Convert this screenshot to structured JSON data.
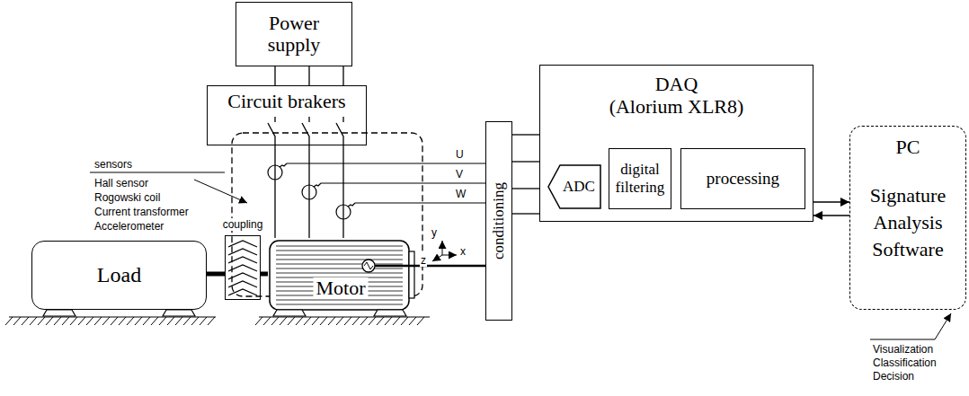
{
  "diagram": {
    "nodes": [
      {
        "text": [
          "Power supply"
        ]
      },
      {
        "text": [
          "Circuit brakers"
        ]
      },
      {
        "text": [
          "Load"
        ]
      },
      {
        "text": [
          "coupling"
        ]
      },
      {
        "text": [
          "Motor"
        ]
      },
      {
        "text": [
          "conditioning"
        ]
      },
      {
        "text": [
          "DAQ",
          "(Alorium XLR8)"
        ]
      },
      {
        "text": [
          "ADC"
        ],
        "in": 6
      },
      {
        "text": [
          "digital filtering"
        ],
        "in": 6
      },
      {
        "text": [
          "processing"
        ],
        "in": 6
      },
      {
        "text": [
          "PC",
          "Signature Analysis Software"
        ]
      }
    ],
    "edges": [
      {
        "from": 0,
        "to": 1,
        "arrow": "none"
      },
      {
        "from": 0,
        "to": 1,
        "arrow": "none"
      },
      {
        "from": 0,
        "to": 1,
        "arrow": "none"
      },
      {
        "from": 1,
        "to": 4,
        "arrow": "none"
      },
      {
        "from": 1,
        "to": 4,
        "arrow": "none"
      },
      {
        "from": 1,
        "to": 4,
        "arrow": "none"
      },
      {
        "from": 2,
        "to": 3,
        "arrow": "none"
      },
      {
        "from": 3,
        "to": 4,
        "arrow": "none"
      },
      {
        "from": 5,
        "to": 6,
        "arrow": "none"
      },
      {
        "from": 5,
        "to": 6,
        "arrow": "none"
      },
      {
        "from": 5,
        "to": 6,
        "arrow": "none"
      },
      {
        "from": 5,
        "to": 6,
        "arrow": "none"
      },
      {
        "from": 6,
        "to": 10,
        "arrow": "to"
      },
      {
        "from": 10,
        "to": 6,
        "arrow": "to"
      }
    ],
    "labels": [
      "sensors",
      "Hall sensor",
      "Rogowski coil",
      "Current transformer",
      "Accelerometer",
      "U",
      "V",
      "W",
      "y",
      "z",
      "x",
      "Visualization",
      "Classification",
      "Decision"
    ]
  }
}
